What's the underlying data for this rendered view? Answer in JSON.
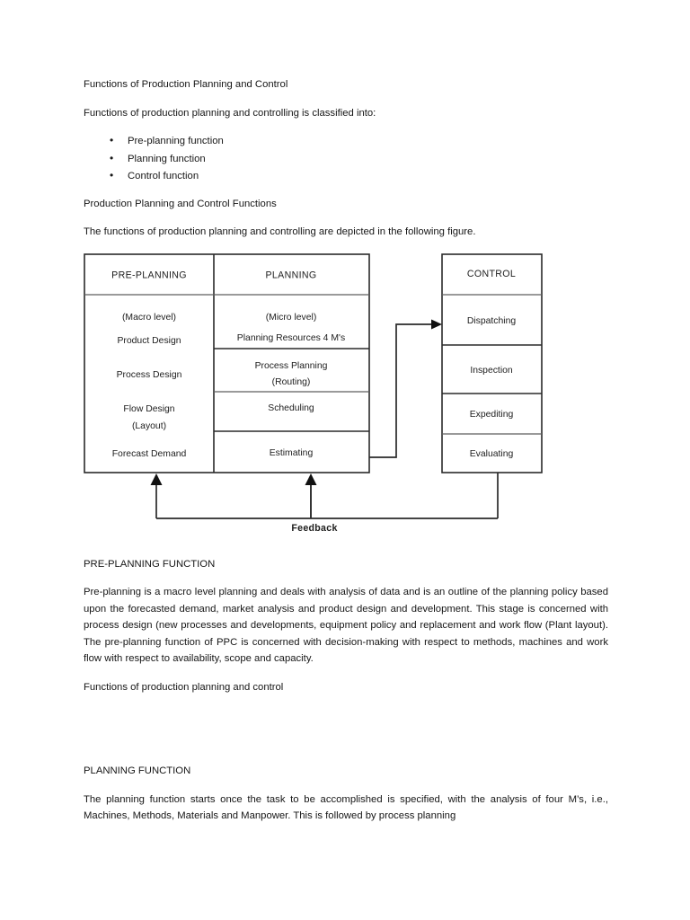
{
  "document": {
    "title": "Functions of Production Planning and Control",
    "intro": "Functions of production planning and controlling is classified into:",
    "bullets": [
      "Pre-planning function",
      "Planning function",
      "Control function"
    ],
    "section_heading": "Production Planning and Control Functions",
    "figure_intro": "The functions of production planning and controlling are depicted in the following figure.",
    "pre_planning_heading": "PRE-PLANNING FUNCTION",
    "pre_planning_body": "Pre-planning is a macro level planning and deals with analysis of data and is an outline of the planning policy based upon the forecasted demand, market analysis and product design and development. This stage is concerned with process design (new processes and developments, equipment policy and replacement and work flow (Plant layout). The pre-planning function of PPC is concerned with decision-making with respect to methods, machines and work flow with respect to availability, scope and capacity.",
    "functions_caption": "Functions of production planning and control",
    "planning_heading": "PLANNING FUNCTION",
    "planning_body": "The planning function starts once the task to be accomplished is specified, with the analysis of four M’s, i.e., Machines, Methods, Materials and Manpower. This is followed by process planning"
  },
  "figure": {
    "columns": {
      "pre_planning": {
        "header": "PRE-PLANNING",
        "rows": [
          "(Macro level)",
          "Product Design",
          "Process Design",
          "Flow Design",
          "(Layout)",
          "Forecast Demand"
        ]
      },
      "planning": {
        "header": "PLANNING",
        "rows": [
          "(Micro level)",
          "Planning Resources 4 M's",
          "Process Planning",
          "(Routing)",
          "Scheduling",
          "Estimating"
        ]
      },
      "control": {
        "header": "CONTROL",
        "rows": [
          "Dispatching",
          "Inspection",
          "Expediting",
          "Evaluating"
        ]
      }
    },
    "feedback_label": "Feedback",
    "colors": {
      "border": "#2a2a2a",
      "divider": "#5e5e5e",
      "text": "#1d1d1d",
      "background": "#ffffff"
    }
  }
}
